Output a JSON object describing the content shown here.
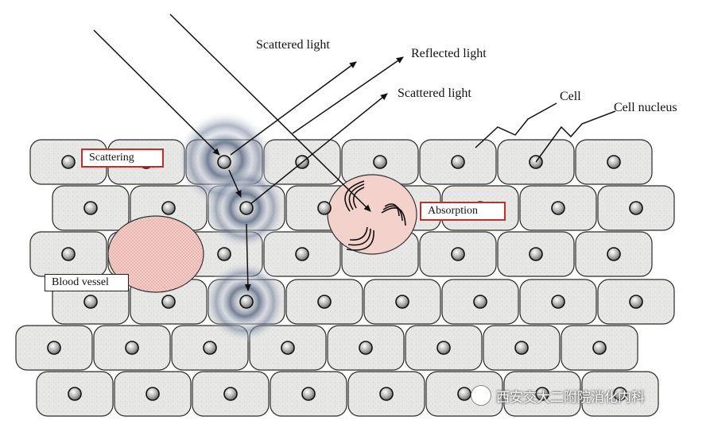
{
  "labels": {
    "scattered_light_top": "Scattered light",
    "reflected_light": "Reflected light",
    "scattered_light_mid": "Scattered light",
    "cell": "Cell",
    "cell_nucleus": "Cell nucleus",
    "scattering": "Scattering",
    "absorption": "Absorption",
    "blood_vessel": "Blood vessel"
  },
  "watermark": {
    "text": "西安交大二附院消化内科",
    "icon": "wechat-logo-icon"
  },
  "colors": {
    "cell_fill": "#e6e6e4",
    "cell_stroke": "#2a2a2a",
    "nucleus_fill": "#b8b8b8",
    "scatter_glow": "#5a6a84",
    "blood_vessel_fill": "#f1c9c6",
    "absorption_fill": "#f3d2cc",
    "label_border_red": "#c0302b"
  }
}
